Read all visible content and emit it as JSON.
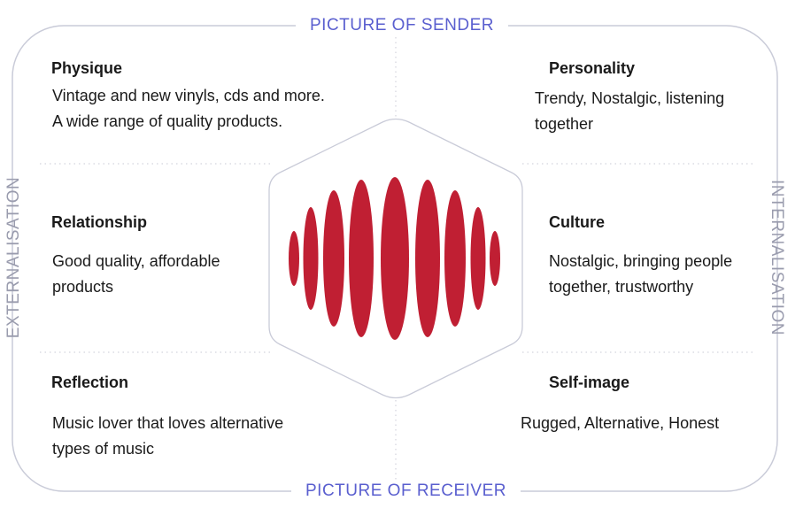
{
  "labels": {
    "top": "PICTURE OF SENDER",
    "bottom": "PICTURE OF RECEIVER",
    "left": "EXTERNALISATION",
    "right": "INTERNALISATION"
  },
  "quadrants": {
    "physique": {
      "title": "Physique",
      "text": "Vintage and new vinyls, cds and more.\nA wide range of quality products."
    },
    "personality": {
      "title": "Personality",
      "text": "Trendy, Nostalgic, listening\ntogether"
    },
    "relationship": {
      "title": "Relationship",
      "text": "Good quality, affordable\nproducts"
    },
    "culture": {
      "title": "Culture",
      "text": "Nostalgic, bringing people\ntogether, trustworthy"
    },
    "reflection": {
      "title": "Reflection",
      "text": "Music lover that loves alternative\ntypes of music"
    },
    "self_image": {
      "title": "Self-image",
      "text": "Rugged, Alternative, Honest"
    }
  },
  "colors": {
    "frame": "#c9cbd8",
    "accent": "#5a5fcf",
    "muted": "#9a9cae",
    "logo": "#c01f33"
  },
  "logo_icon": "sound-wave-icon"
}
